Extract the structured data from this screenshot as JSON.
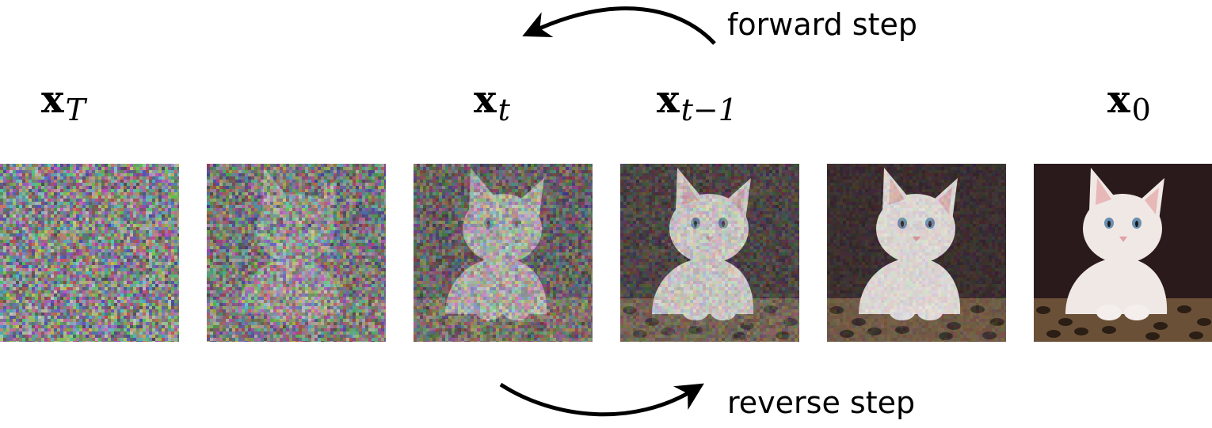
{
  "arrows": {
    "forward_label": "forward step",
    "reverse_label": "reverse step"
  },
  "labels": {
    "xT": {
      "base": "x",
      "sub": "T"
    },
    "xt": {
      "base": "x",
      "sub": "t"
    },
    "xt_minus_1": {
      "base": "x",
      "sub": "t−1"
    },
    "x0": {
      "base": "x",
      "sub": "0"
    }
  },
  "panels": [
    {
      "name": "noise-panel-1",
      "noise_level": 1.0
    },
    {
      "name": "noise-panel-2",
      "noise_level": 0.85
    },
    {
      "name": "noise-panel-3",
      "noise_level": 0.65
    },
    {
      "name": "noise-panel-4",
      "noise_level": 0.35
    },
    {
      "name": "noise-panel-5",
      "noise_level": 0.15
    },
    {
      "name": "noise-panel-6",
      "noise_level": 0.0
    }
  ],
  "colors": {
    "text": "#000000",
    "background": "#ffffff",
    "cat_fur": "#efe8e4",
    "dark_bg": "#2a1a1c",
    "leopard": "#6b5038"
  }
}
